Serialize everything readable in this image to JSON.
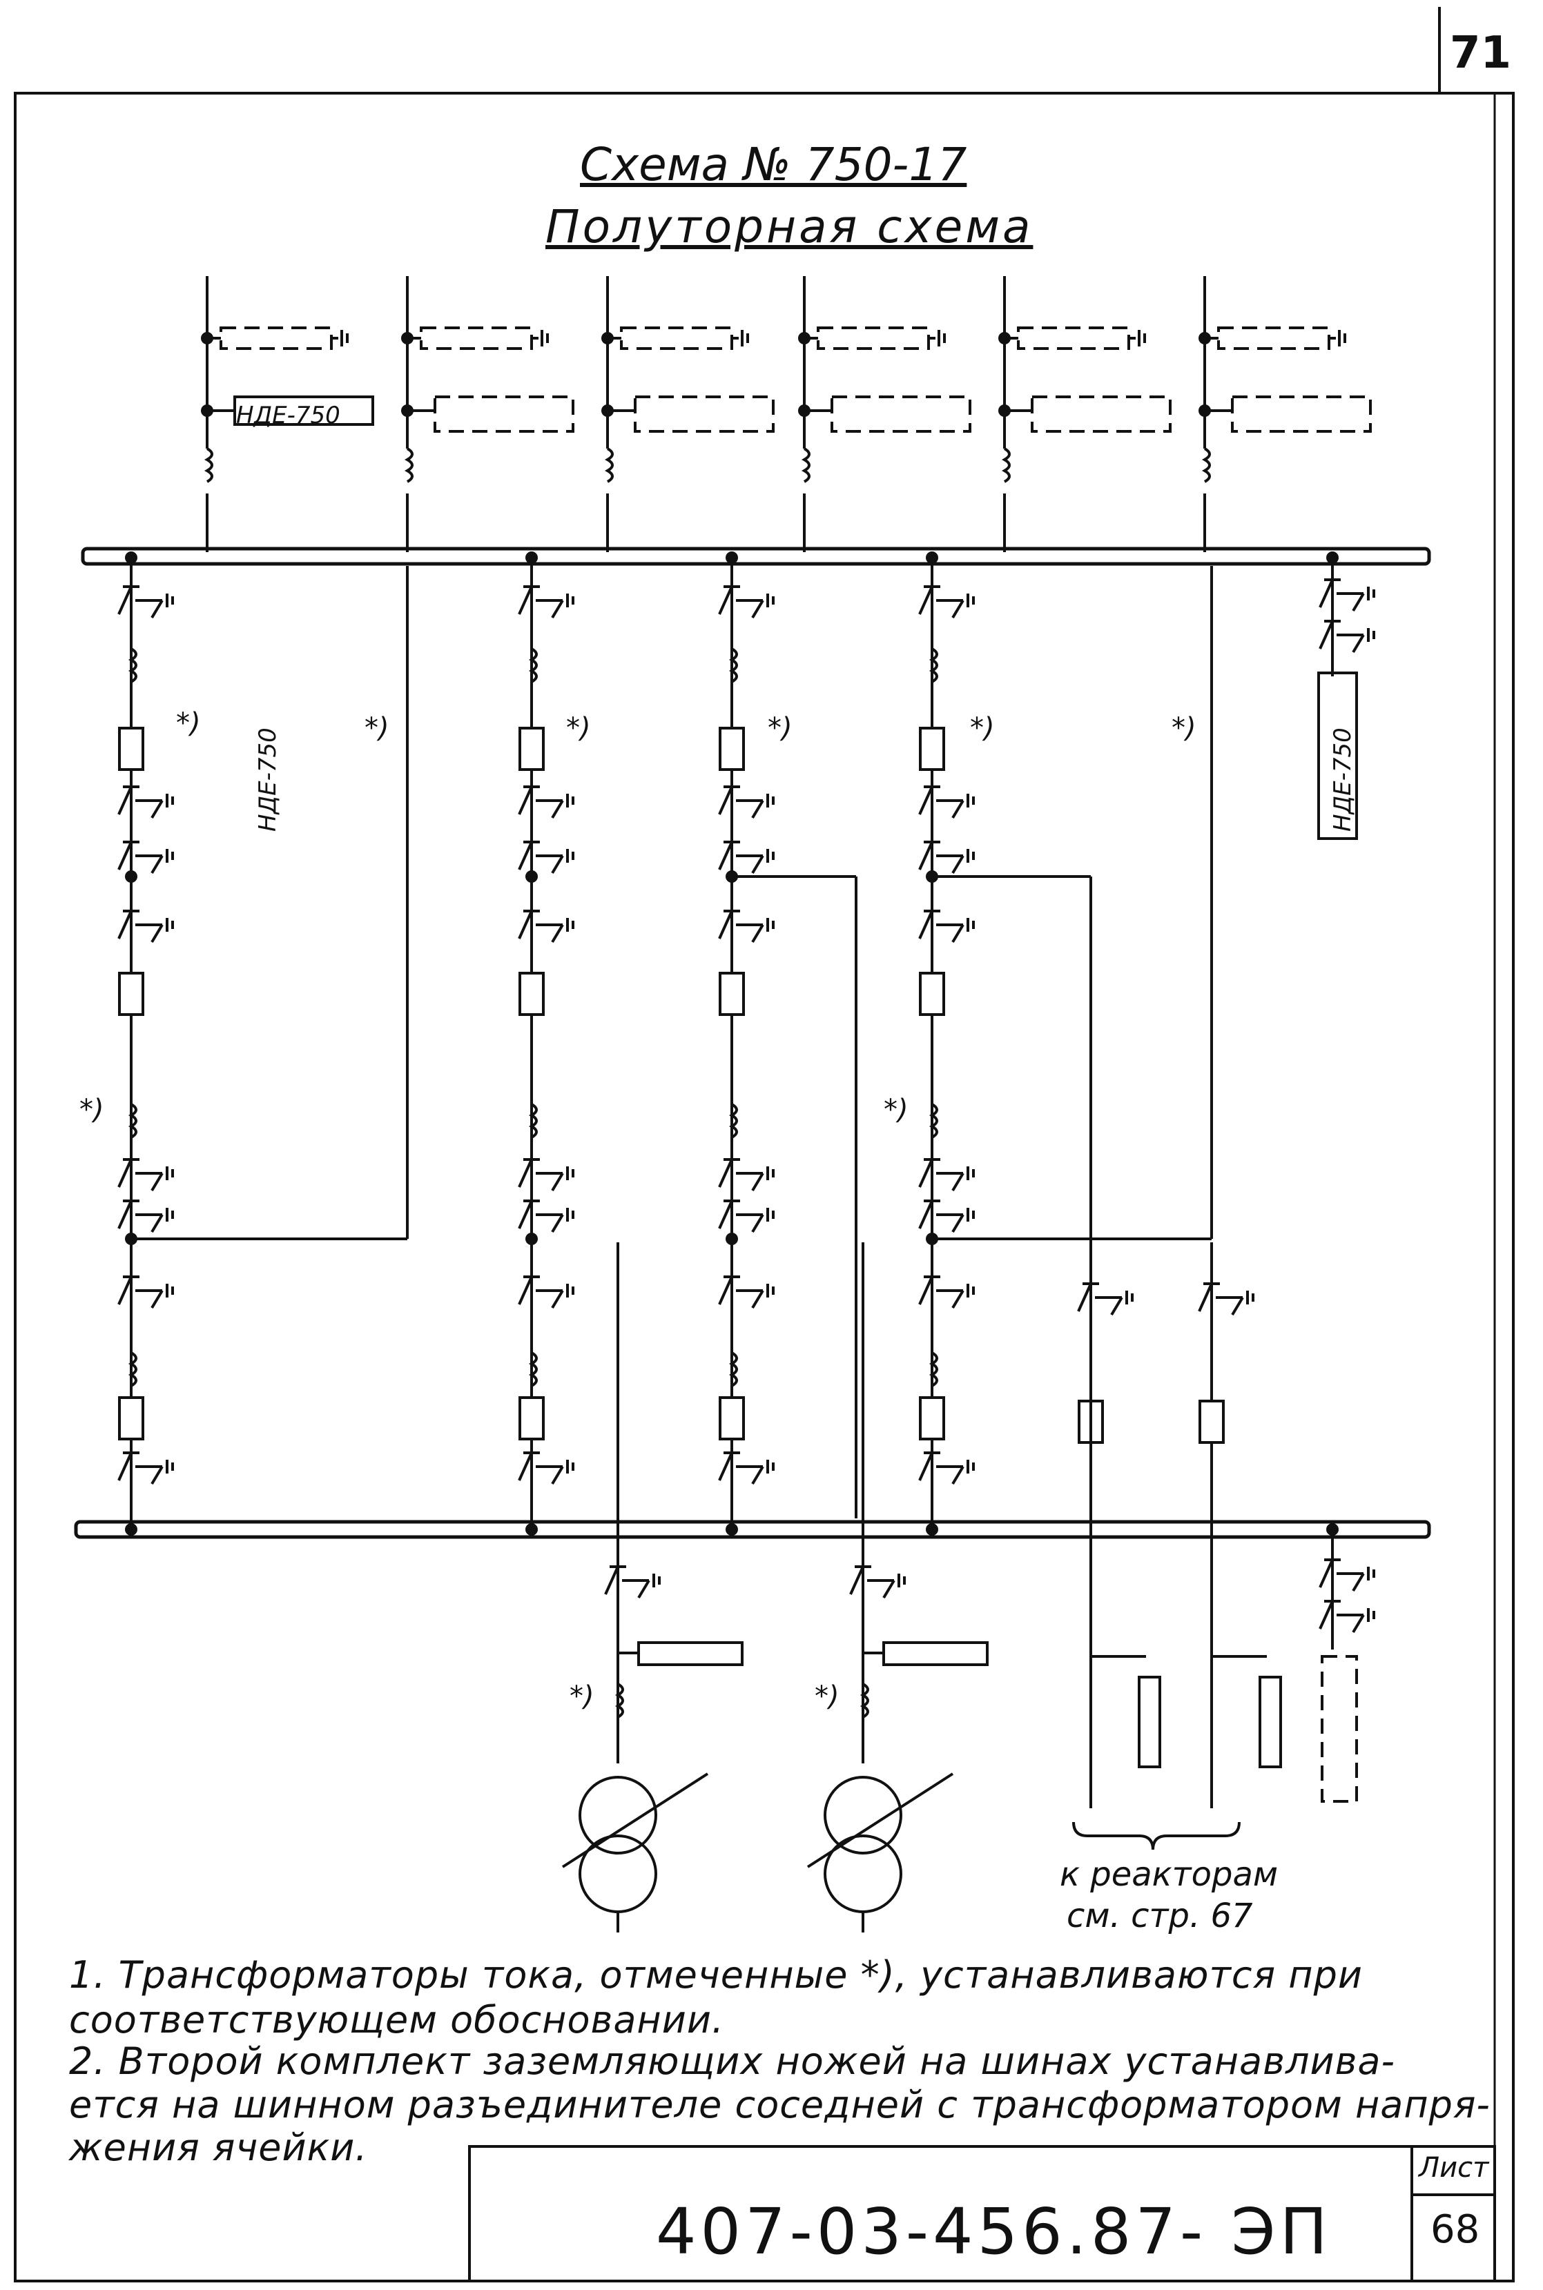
{
  "page_number": "71",
  "title": "Схема № 750-17",
  "subtitle": "Полуторная схема",
  "labels": {
    "nde_top": "НДЕ-750",
    "nde_left": "НДЕ-750",
    "nde_right": "НДЕ-750",
    "star": "*)",
    "reactor_ref_line1": "к реакторам",
    "reactor_ref_line2": "см. стр. 67"
  },
  "notes": [
    "1. Трансформаторы тока, отмеченные *), устанавливаются при",
    "    соответствующем обосновании.",
    "2. Второй комплект заземляющих ножей на шинах устанавлива-",
    "    ется на шинном разъединителе соседней с трансформатором напря-",
    "    жения ячейки."
  ],
  "title_block": {
    "doc_code": "407-03-456.87- ЭП",
    "sheet_label": "Лист",
    "sheet_number": "68"
  }
}
